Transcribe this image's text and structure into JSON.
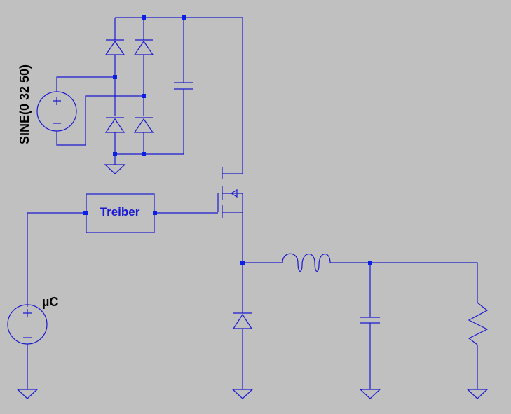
{
  "labels": {
    "ac_source": "SINE(0 32 50)",
    "controller": "µC",
    "driver": "Treiber"
  },
  "colors": {
    "background": "#c0c0c0",
    "wire": "#1a1ad0",
    "junction": "#0b1fe6",
    "label": "#000000"
  },
  "components": {
    "ac_source_symbol": "sine-voltage-source-icon",
    "controller_source_symbol": "voltage-source-icon",
    "driver_block": "driver-block",
    "mosfet": "n-mosfet-icon",
    "rectifier": "diode-bridge",
    "freewheel": "diode-icon",
    "inductor": "inductor-icon",
    "output_capacitor": "capacitor-icon",
    "load": "resistor-icon",
    "ground": "ground-icon"
  }
}
